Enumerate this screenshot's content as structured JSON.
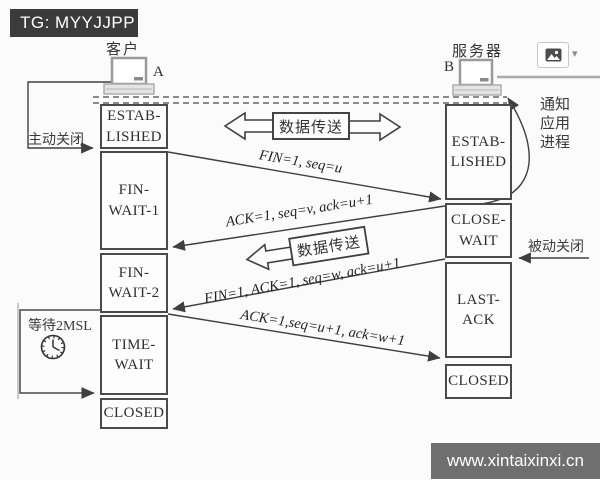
{
  "top_banner": {
    "text": "TG: MYYJJPP"
  },
  "watermark": {
    "text": "www.xintaixinxi.cn"
  },
  "toolbar": {
    "caret": "▾"
  },
  "hosts": {
    "client": {
      "name": "客户",
      "letter": "A"
    },
    "server": {
      "name": "服务器",
      "letter": "B"
    }
  },
  "states": {
    "client": [
      "ESTAB-\nLISHED",
      "FIN-\nWAIT-1",
      "FIN-\nWAIT-2",
      "TIME-\nWAIT",
      "CLOSED"
    ],
    "server": [
      "ESTAB-\nLISHED",
      "CLOSE-\nWAIT",
      "LAST-\nACK",
      "CLOSED"
    ]
  },
  "messages": [
    "FIN=1, seq=u",
    "ACK=1, seq=v, ack=u+1",
    "FIN=1, ACK=1, seq=w, ack=u+1",
    "ACK=1,seq=u+1, ack=w+1"
  ],
  "labels": {
    "active_close": "主动关闭",
    "passive_close": "被动关闭",
    "notify_app": "通知\n应用\n进程",
    "wait_2msl": "等待2MSL",
    "data_transfer_1": "数据传送",
    "data_transfer_2": "数据传送"
  }
}
